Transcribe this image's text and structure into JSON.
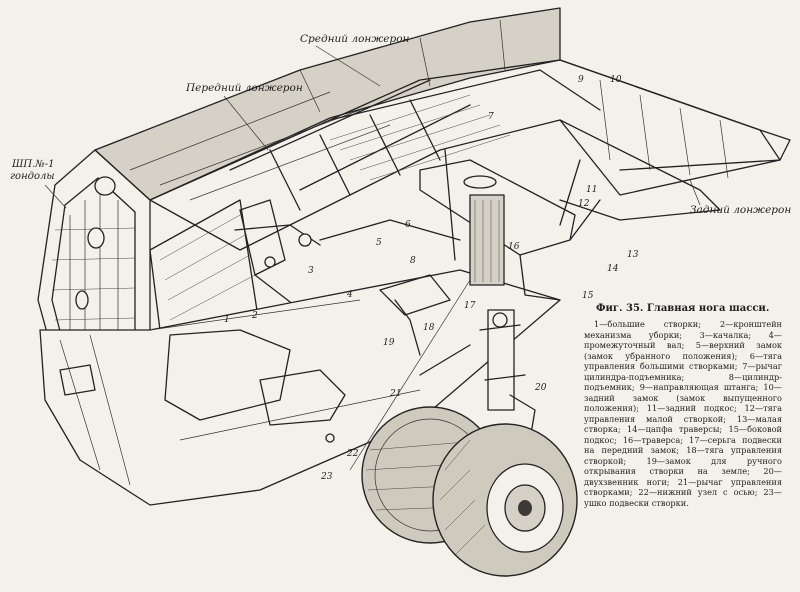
{
  "labels": {
    "sp1": "ШП.№-1",
    "sp1_sub": "гондолы",
    "front_spar": "Передний лонжерон",
    "mid_spar": "Средний лонжерон",
    "rear_spar": "Задний лонжерон",
    "n1": "1",
    "n2": "2",
    "n3": "3",
    "n4": "4",
    "n5": "5",
    "n6": "6",
    "n7": "7",
    "n8": "8",
    "n9": "9",
    "n10": "10",
    "n11": "11",
    "n12": "12",
    "n13": "13",
    "n14": "14",
    "n15": "15",
    "n16": "16",
    "n17": "17",
    "n18": "18",
    "n19": "19",
    "n20": "20",
    "n21": "21",
    "n22": "22",
    "n23": "23"
  },
  "caption": {
    "title": "Фиг. 35. Главная нога шасси.",
    "text": "1—большие створки; 2—кронштейн механизма уборки; 3—качалка; 4—промежуточный вал; 5—верхний замок (замок убранного положения); 6—тяга управления большими створками; 7—рычаг цилиндра-подъемника; 8—цилиндр-подъемник; 9—направляющая штанга; 10—задний замок (замок выпущенного положения); 11—задний подкос; 12—тяга управления малой створкой; 13—малая створка; 14—цапфа траверсы; 15—боковой подкос; 16—траверса; 17—серьга подвески на передний замок; 18—тяга управления створкой; 19—замок для ручного открывания створки на земле; 20—двухзвенник ноги; 21—рычаг управления створками; 22—нижний узел с осью; 23—ушко подвески створки."
  }
}
